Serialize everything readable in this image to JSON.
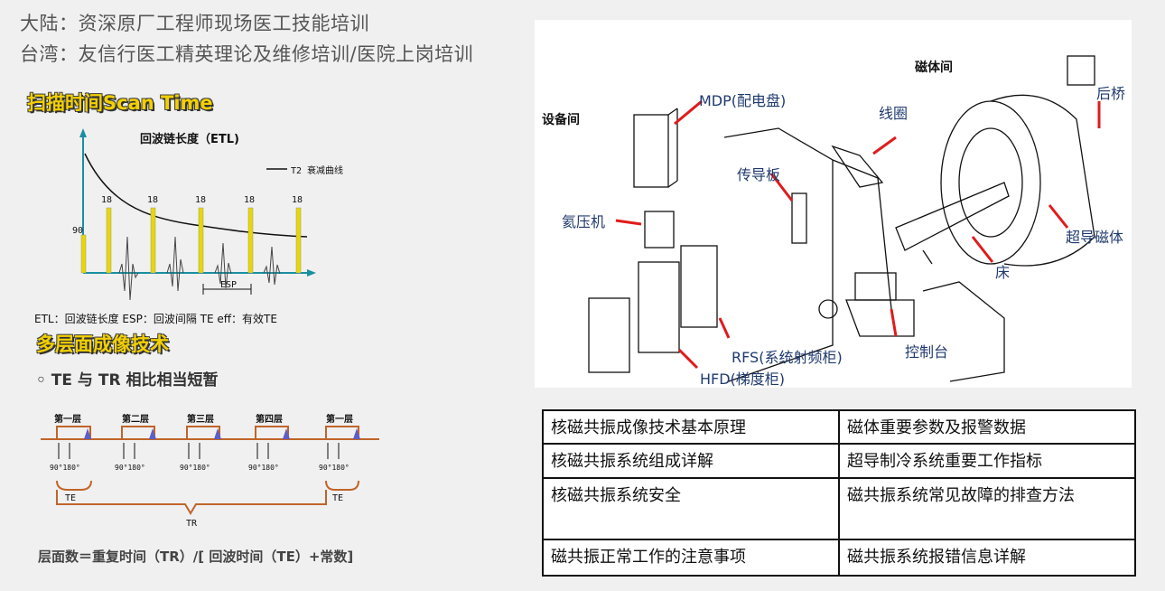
{
  "header": {
    "line1": "大陆：资深原厂工程师现场医工技能培训",
    "line2": "台湾：友信行医工精英理论及维修培训/医院上岗培训"
  },
  "scan_time": {
    "title": "扫描时间Scan Time",
    "chart_title": "回波链长度（ETL)",
    "legend": "T2 衰减曲线",
    "label_90": "90",
    "label_180": "18",
    "esp": "ESP",
    "caption": "ETL：回波链长度   ESP：回波间隔   TE eff：有效TE"
  },
  "multislice": {
    "title": "多层面成像技术",
    "bullet": "TE 与 TR 相比相当短暂",
    "slices": [
      "第一层",
      "第二层",
      "第三层",
      "第四层",
      "第一层"
    ],
    "pulse": "90°180°",
    "te": "TE",
    "tr": "TR",
    "formula": "层面数＝重复时间（TR）/[ 回波时间（TE）+常数]"
  },
  "system_diagram": {
    "room_equipment": "设备间",
    "room_magnet": "磁体间",
    "mdp": "MDP(配电盘)",
    "coil": "线圈",
    "rear_bridge": "后桥",
    "waveguide": "传导板",
    "compressor": "氦压机",
    "magnet": "超导磁体",
    "table": "床",
    "rfs": "RFS(系统射频柜)",
    "console": "控制台",
    "hfd": "HFD(梯度柜)"
  },
  "topics": [
    [
      "核磁共振成像技术基本原理",
      "磁体重要参数及报警数据"
    ],
    [
      "核磁共振系统组成详解",
      "超导制冷系统重要工作指标"
    ],
    [
      "核磁共振系统安全",
      "磁共振系统常见故障的排查方法"
    ],
    [
      "磁共振正常工作的注意事项",
      "磁共振系统报错信息详解"
    ]
  ]
}
